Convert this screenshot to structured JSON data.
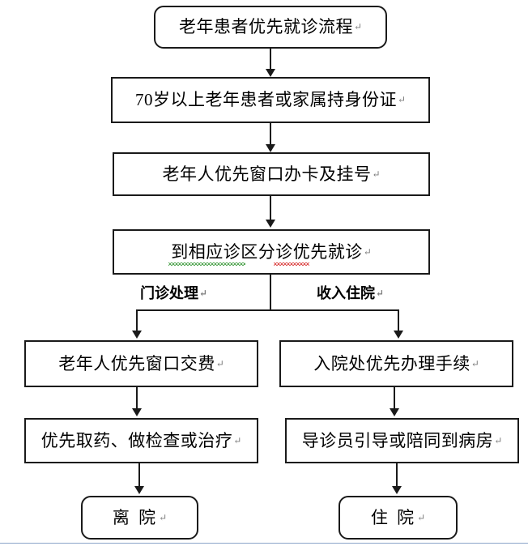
{
  "document": {
    "title": "老年患者优先就诊流程",
    "return_mark": "↵"
  },
  "flowchart": {
    "type": "flowchart",
    "nodes": [
      {
        "id": "start",
        "label": "老年患者优先就诊流程",
        "shape": "rounded-rect"
      },
      {
        "id": "id-check",
        "label": "70岁以上老年患者或家属持身份证",
        "shape": "rect"
      },
      {
        "id": "register",
        "label": "老年人优先窗口办卡及挂号",
        "shape": "rect"
      },
      {
        "id": "triage",
        "label": "到相应诊区分诊优先就诊",
        "shape": "rect"
      },
      {
        "id": "outpatient-pay",
        "label": "老年人优先窗口交费",
        "shape": "rect"
      },
      {
        "id": "admission-desk",
        "label": "入院处优先办理手续",
        "shape": "rect"
      },
      {
        "id": "outpatient-care",
        "label": "优先取药、做检查或治疗",
        "shape": "rect"
      },
      {
        "id": "guide-to-ward",
        "label": "导诊员引导或陪同到病房",
        "shape": "rect"
      },
      {
        "id": "leave",
        "label": "离  院",
        "shape": "rounded-rect"
      },
      {
        "id": "inpatient",
        "label": "住  院",
        "shape": "rounded-rect"
      }
    ],
    "branch_labels": [
      {
        "id": "outpatient-branch",
        "label": "门诊处理"
      },
      {
        "id": "inpatient-branch",
        "label": "收入住院"
      }
    ],
    "edges": [
      {
        "from": "start",
        "to": "id-check"
      },
      {
        "from": "id-check",
        "to": "register"
      },
      {
        "from": "register",
        "to": "triage"
      },
      {
        "from": "triage",
        "to": "outpatient-pay",
        "label": "门诊处理"
      },
      {
        "from": "triage",
        "to": "admission-desk",
        "label": "收入住院"
      },
      {
        "from": "outpatient-pay",
        "to": "outpatient-care"
      },
      {
        "from": "admission-desk",
        "to": "guide-to-ward"
      },
      {
        "from": "outpatient-care",
        "to": "leave"
      },
      {
        "from": "guide-to-ward",
        "to": "inpatient"
      }
    ],
    "colors": {
      "node_border": "#1a1a1a",
      "node_fill": "#ffffff",
      "connector": "#1a1a1a",
      "text": "#000000",
      "spellcheck_green": "#1f8b1f",
      "spellcheck_red": "#d31919",
      "page_rule": "#8aa4c8"
    }
  }
}
